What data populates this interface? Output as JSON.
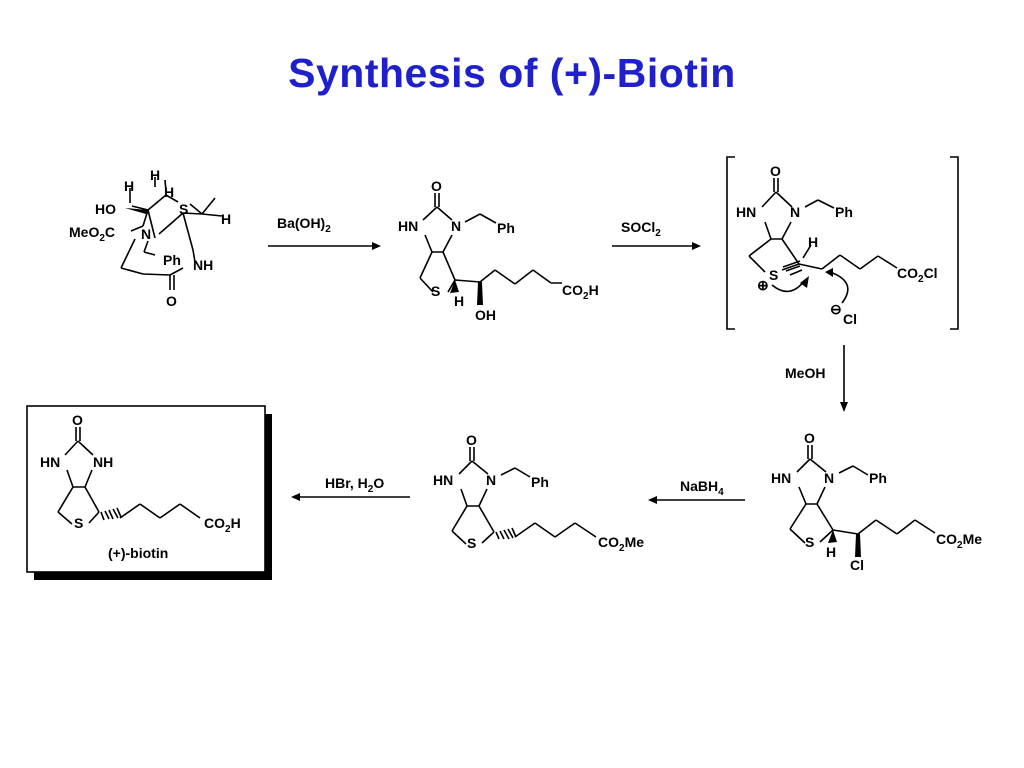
{
  "slide": {
    "title": "Synthesis of (+)-Biotin",
    "steps": [
      {
        "reagent": "Ba(OH)",
        "reagent_sub": "2"
      },
      {
        "reagent": "SOCl",
        "reagent_sub": "2"
      },
      {
        "reagent": "MeOH"
      },
      {
        "reagent": "NaBH",
        "reagent_sub": "4"
      },
      {
        "reagent": "HBr, H",
        "reagent_sub": "2",
        "reagent_tail": "O"
      }
    ],
    "product_label": "(+)-biotin",
    "atom_labels": {
      "H": "H",
      "HO": "HO",
      "OH": "OH",
      "S": "S",
      "O": "O",
      "N": "N",
      "NH": "NH",
      "HN": "HN",
      "Ph": "Ph",
      "Cl": "Cl",
      "MeO": "MeO",
      "C": "C",
      "CO": "CO",
      "Me": "Me",
      "sub2": "2",
      "plus": "⊕",
      "minus": "⊖"
    }
  }
}
